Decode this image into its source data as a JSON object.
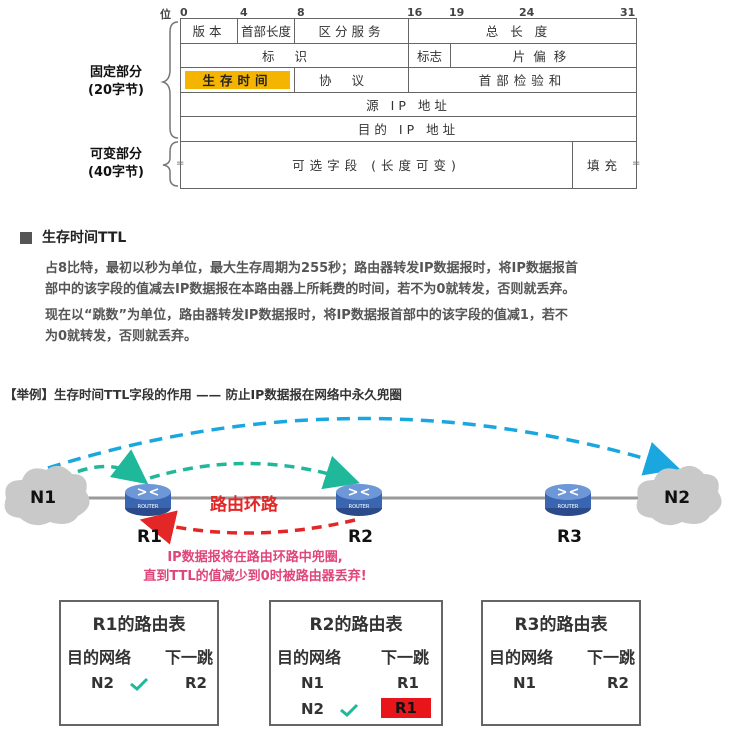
{
  "header_diagram": {
    "bit_label": "位",
    "bit_marks": [
      "0",
      "4",
      "8",
      "16",
      "19",
      "24",
      "31"
    ],
    "rows": [
      [
        "版本",
        "首部长度",
        "区分服务",
        "总长度"
      ],
      [
        "标识",
        "标志",
        "片偏移"
      ],
      [
        "生存时间",
        "协议",
        "首部检验和"
      ],
      [
        "源 IP 地址"
      ],
      [
        "目的 IP 地址"
      ],
      [
        "可选字段 (长度可变)",
        "填充"
      ]
    ],
    "fixed_label": "固定部分",
    "fixed_size": "(20字节)",
    "variable_label": "可变部分",
    "variable_size": "(40字节)",
    "highlight_color": "#f5b400"
  },
  "ttl_section": {
    "heading": "生存时间TTL",
    "paragraph1_line1": "占8比特，最初以秒为单位，最大生存周期为255秒；路由器转发IP数据报时，将IP数据报首",
    "paragraph1_line2": "部中的该字段的值减去IP数据报在本路由器上所耗费的时间，若不为0就转发，否则就丢弃。",
    "paragraph2_line1": "现在以“跳数”为单位，路由器转发IP数据报时，将IP数据报首部中的该字段的值减1，若不",
    "paragraph2_line2": "为0就转发，否则就丢弃。"
  },
  "example": {
    "title": "【举例】生存时间TTL字段的作用 —— 防止IP数据报在网络中永久兜圈",
    "nodes": [
      "N1",
      "N2",
      "R1",
      "R2",
      "R3"
    ],
    "router_badge": "ROUTER",
    "loop_label": "路由环路",
    "note_line1": "IP数据报将在路由环路中兜圈,",
    "note_line2": "直到TTL的值减少到0时被路由器丢弃!",
    "colors": {
      "blue": "#1aa7e0",
      "green": "#20b89a",
      "red": "#e32626",
      "pink": "#e0457b"
    }
  },
  "routing_tables": [
    {
      "title": "R1的路由表",
      "col1": "目的网络",
      "col2": "下一跳",
      "rows": [
        {
          "dest": "N2",
          "next": "R2",
          "check": true,
          "highlight": false
        }
      ]
    },
    {
      "title": "R2的路由表",
      "col1": "目的网络",
      "col2": "下一跳",
      "rows": [
        {
          "dest": "N1",
          "next": "R1",
          "check": false,
          "highlight": false
        },
        {
          "dest": "N2",
          "next": "R1",
          "check": true,
          "highlight": true
        }
      ]
    },
    {
      "title": "R3的路由表",
      "col1": "目的网络",
      "col2": "下一跳",
      "rows": [
        {
          "dest": "N1",
          "next": "R2",
          "check": false,
          "highlight": false
        }
      ]
    }
  ]
}
